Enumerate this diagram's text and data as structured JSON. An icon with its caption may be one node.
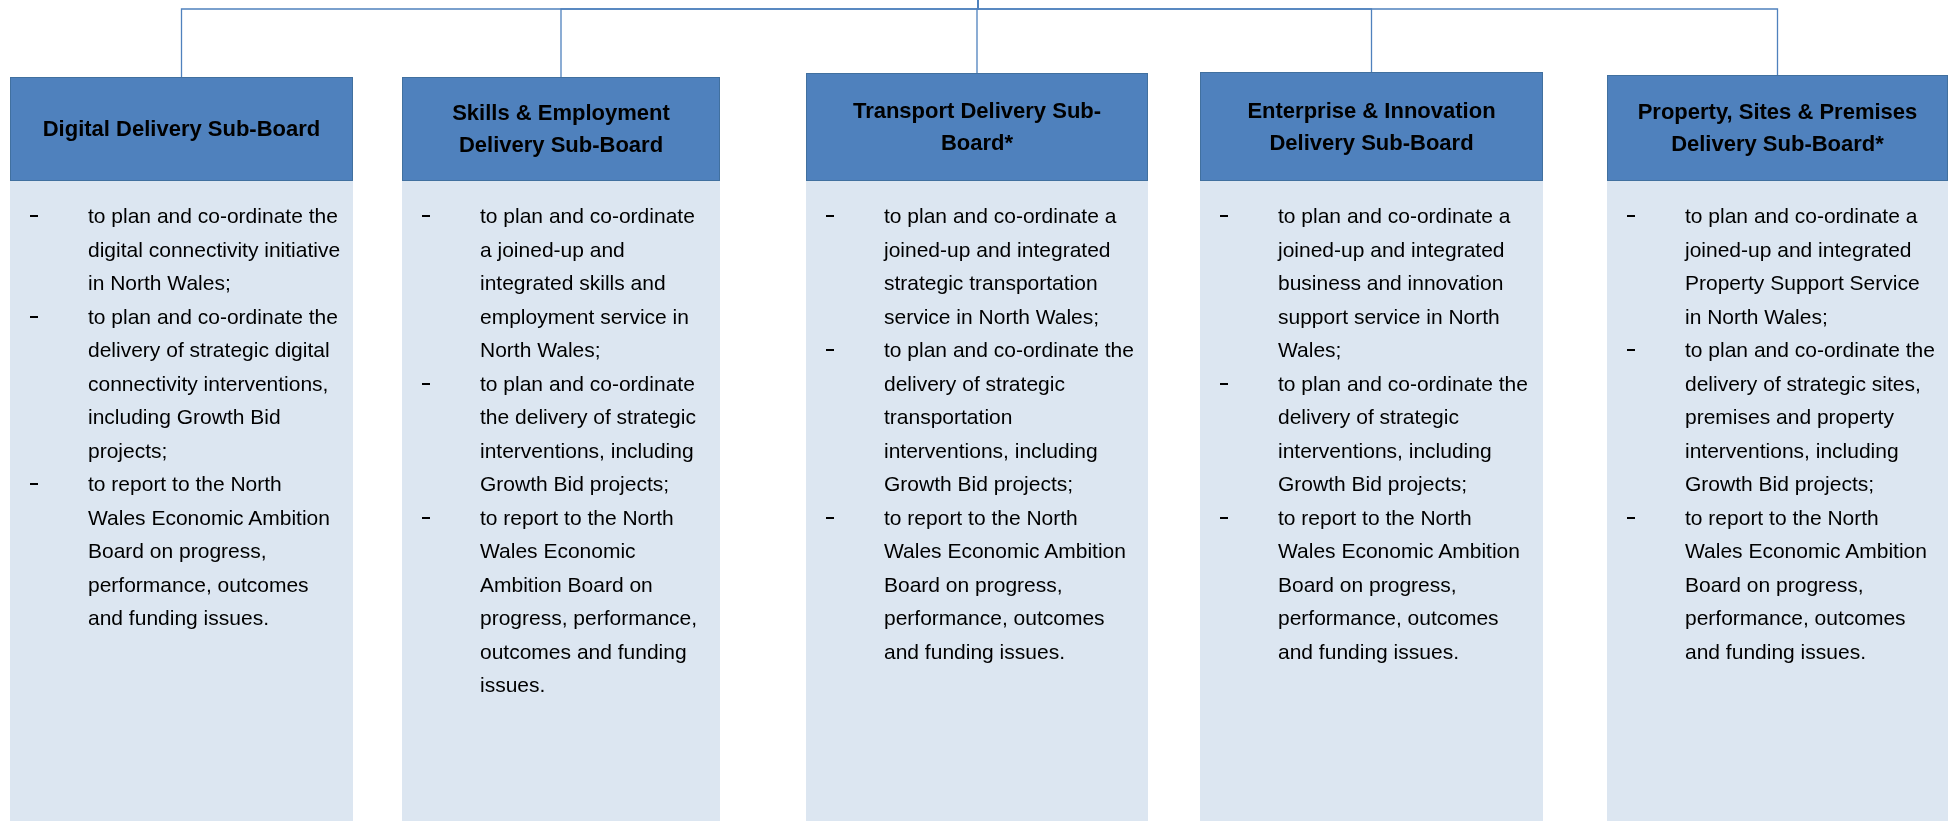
{
  "diagram": {
    "nodes": [
      {
        "text": [
          "Digital Delivery Sub-Board"
        ]
      },
      {
        "text": [
          "to plan and co-ordinate the digital connectivity initiative in North Wales;",
          "to plan and co-ordinate the delivery of strategic digital connectivity interventions, including Growth Bid projects;",
          "to report to the North Wales Economic Ambition Board on progress, performance, outcomes and funding issues."
        ]
      },
      {
        "text": [
          "Skills & Employment Delivery Sub-Board"
        ]
      },
      {
        "text": [
          "to plan and co-ordinate a joined-up and integrated skills and employment service in North Wales;",
          "to plan and co-ordinate the delivery of strategic interventions, including Growth Bid projects;",
          "to report to the North Wales Economic Ambition Board on progress, performance, outcomes and funding issues."
        ]
      },
      {
        "text": [
          "Transport Delivery Sub-Board*"
        ]
      },
      {
        "text": [
          "to plan and co-ordinate a joined-up and integrated strategic transportation service in North Wales;",
          "to plan and co-ordinate the delivery of strategic transportation interventions, including Growth Bid projects;",
          "to report to the North Wales Economic Ambition Board on progress, performance, outcomes and funding issues."
        ]
      },
      {
        "text": [
          "Enterprise & Innovation Delivery Sub-Board"
        ]
      },
      {
        "text": [
          "to plan and co-ordinate a joined-up and integrated business and innovation support service in North Wales;",
          "to plan and co-ordinate the delivery of strategic interventions, including Growth Bid projects;",
          "to report to the North Wales Economic Ambition Board on progress, performance, outcomes and funding issues."
        ]
      },
      {
        "text": [
          "Property, Sites & Premises Delivery Sub-Board*"
        ]
      },
      {
        "text": [
          "to plan and co-ordinate a joined-up and integrated Property Support Service in North Wales;",
          "to plan and co-ordinate the delivery of strategic sites, premises and property interventions, including Growth Bid projects;",
          "to report to the North Wales Economic Ambition Board on progress, performance, outcomes and funding issues."
        ]
      }
    ],
    "edges": [
      {
        "from": null,
        "to": 0,
        "arrow": "none"
      },
      {
        "from": null,
        "to": 2,
        "arrow": "none"
      },
      {
        "from": null,
        "to": 4,
        "arrow": "none"
      },
      {
        "from": null,
        "to": 6,
        "arrow": "none"
      },
      {
        "from": null,
        "to": 8,
        "arrow": "none"
      }
    ]
  }
}
